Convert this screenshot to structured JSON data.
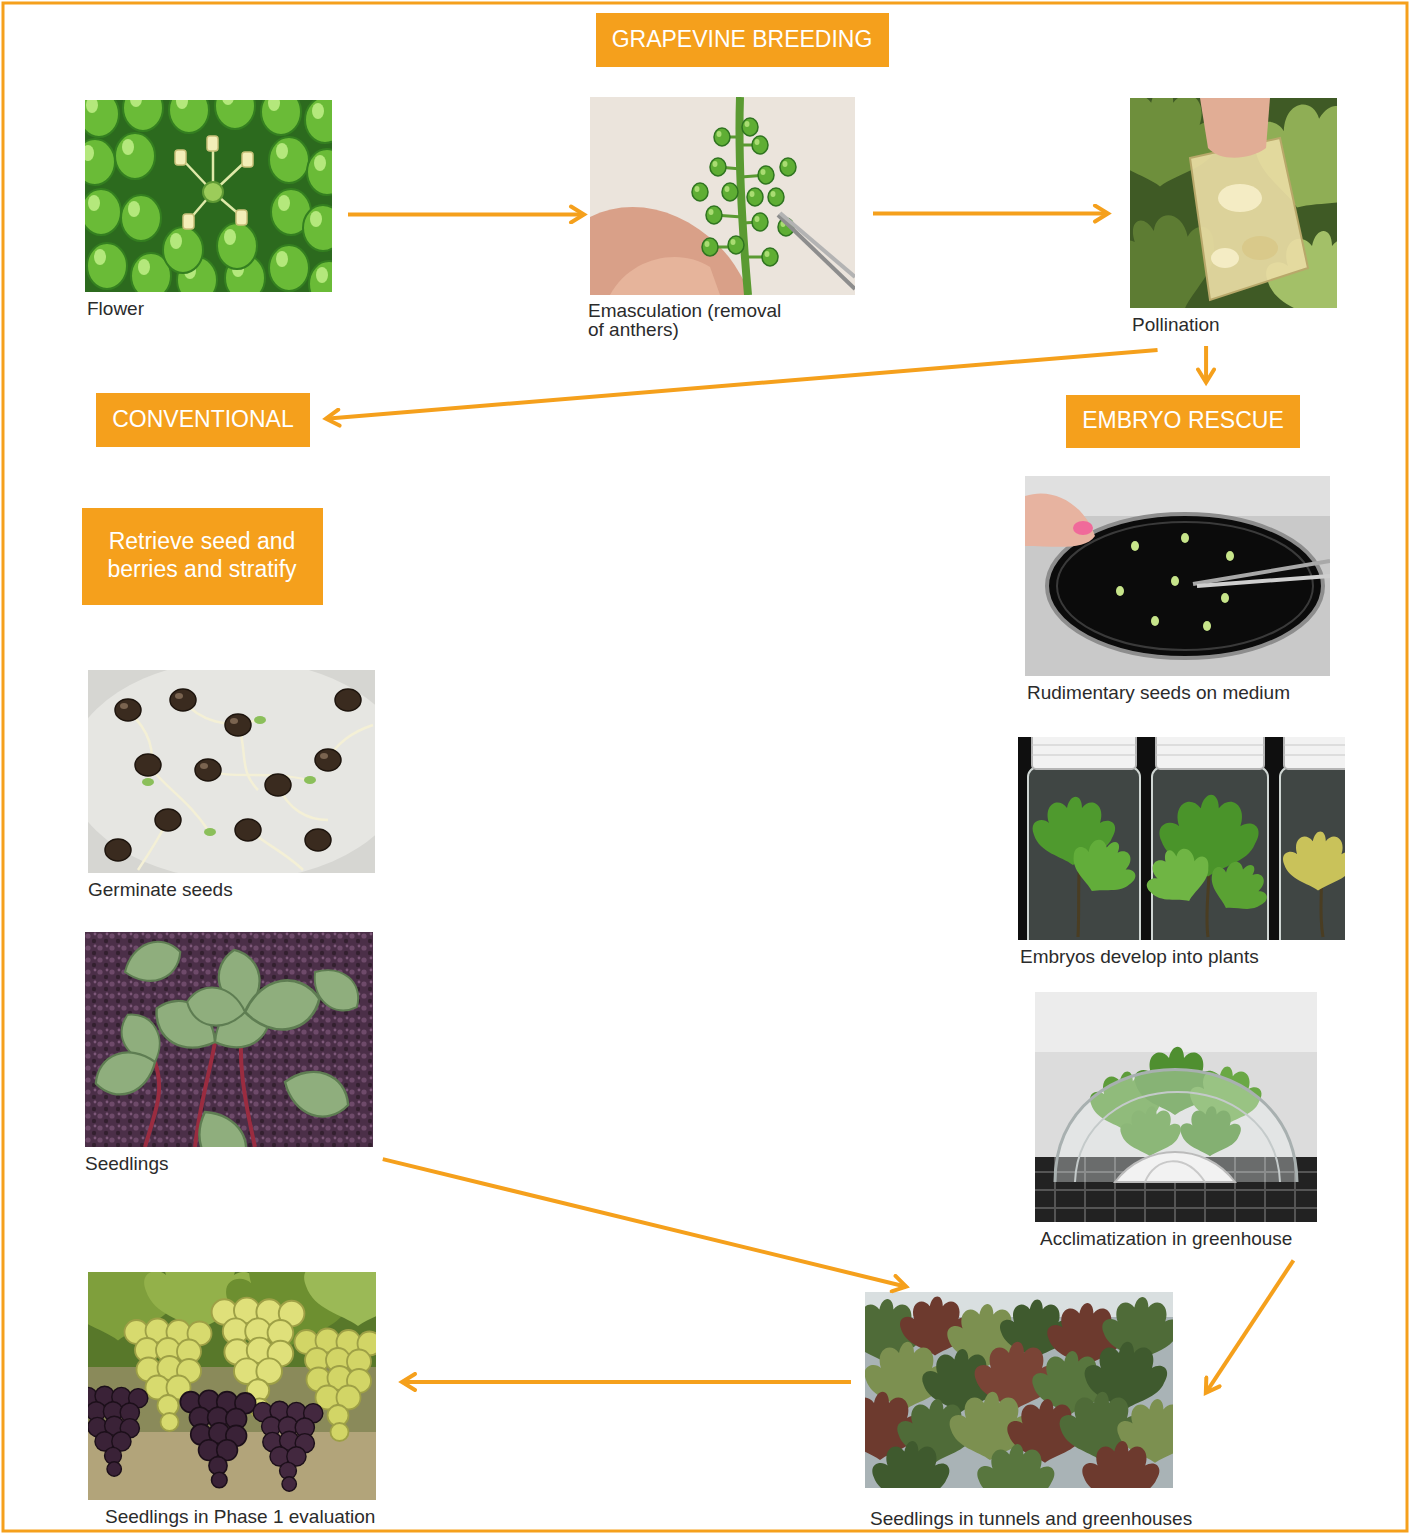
{
  "diagram": {
    "title": "GRAPEVINE BREEDING",
    "nodes": [
      {
        "text": [
          "Flower"
        ]
      },
      {
        "text": [
          "Emasculation (removal of anthers)"
        ]
      },
      {
        "text": [
          "Pollination"
        ]
      },
      {
        "text": [
          "CONVENTIONAL"
        ]
      },
      {
        "text": [
          "EMBRYO RESCUE"
        ]
      },
      {
        "text": [
          "Retrieve seed and berries and stratify"
        ]
      },
      {
        "text": [
          "Rudimentary seeds on medium"
        ]
      },
      {
        "text": [
          "Germinate seeds"
        ]
      },
      {
        "text": [
          "Embryos develop into plants"
        ]
      },
      {
        "text": [
          "Seedlings"
        ]
      },
      {
        "text": [
          "Acclimatization in greenhouse"
        ]
      },
      {
        "text": [
          "Seedlings in Phase 1 evaluation"
        ]
      },
      {
        "text": [
          "Seedlings in tunnels and greenhouses"
        ]
      }
    ],
    "edges": [
      {
        "from": 0,
        "to": 1,
        "arrow": "to"
      },
      {
        "from": 1,
        "to": 2,
        "arrow": "to"
      },
      {
        "from": 2,
        "to": 3,
        "arrow": "to"
      },
      {
        "from": 2,
        "to": 4,
        "arrow": "to"
      },
      {
        "from": 9,
        "to": 12,
        "arrow": "to"
      },
      {
        "from": 10,
        "to": 12,
        "arrow": "to"
      },
      {
        "from": 12,
        "to": 11,
        "arrow": "to"
      }
    ]
  }
}
